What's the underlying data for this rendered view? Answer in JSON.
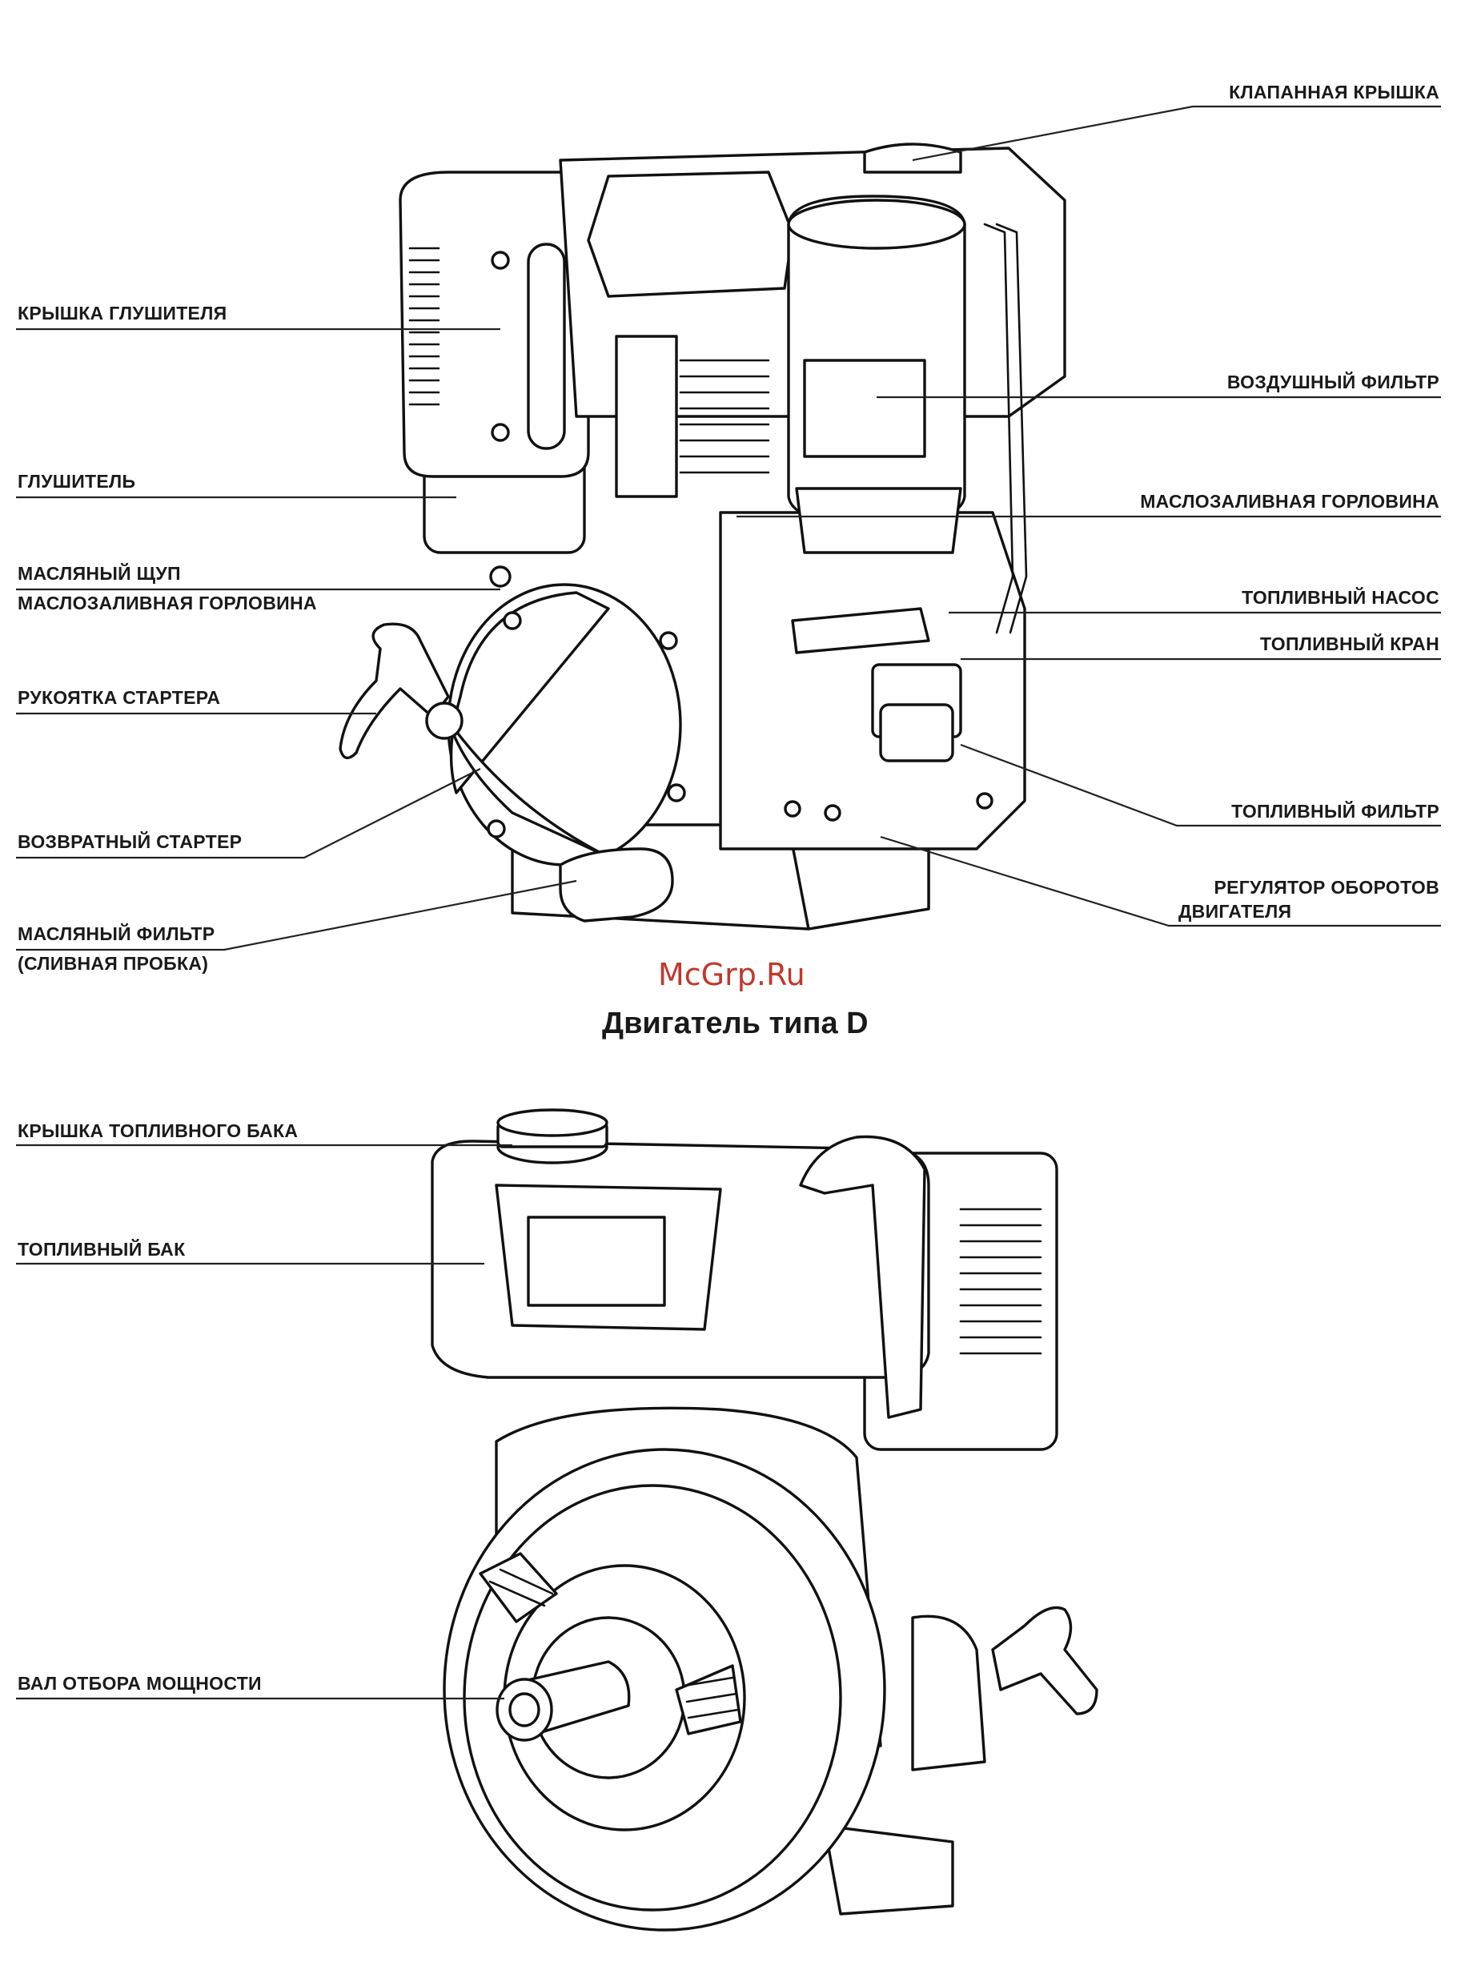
{
  "watermark": "McGrp.Ru",
  "caption": "Двигатель типа D",
  "engine_top": {
    "left_labels": {
      "muffler_cover": "КРЫШКА ГЛУШИТЕЛЯ",
      "muffler": "ГЛУШИТЕЛЬ",
      "dipstick_line1": "МАСЛЯНЫЙ ЩУП",
      "dipstick_line2": "МАСЛОЗАЛИВНАЯ ГОРЛОВИНА",
      "starter_handle": "РУКОЯТКА СТАРТЕРА",
      "recoil_starter": "ВОЗВРАТНЫЙ СТАРТЕР",
      "oil_filter_line1": "МАСЛЯНЫЙ ФИЛЬТР",
      "oil_filter_line2": "(СЛИВНАЯ ПРОБКА)"
    },
    "right_labels": {
      "valve_cover": "КЛАПАННАЯ КРЫШКА",
      "air_filter": "ВОЗДУШНЫЙ ФИЛЬТР",
      "oil_filler": "МАСЛОЗАЛИВНАЯ ГОРЛОВИНА",
      "fuel_pump": "ТОПЛИВНЫЙ НАСОС",
      "fuel_cock": "ТОПЛИВНЫЙ КРАН",
      "fuel_filter": "ТОПЛИВНЫЙ ФИЛЬТР",
      "governor_line1": "РЕГУЛЯТОР ОБОРОТОВ",
      "governor_line2": "ДВИГАТЕЛЯ"
    }
  },
  "engine_bottom": {
    "labels": {
      "fuel_cap": "КРЫШКА ТОПЛИВНОГО БАКА",
      "fuel_tank": "ТОПЛИВНЫЙ БАК",
      "pto_shaft": "ВАЛ ОТБОРА МОЩНОСТИ"
    }
  }
}
